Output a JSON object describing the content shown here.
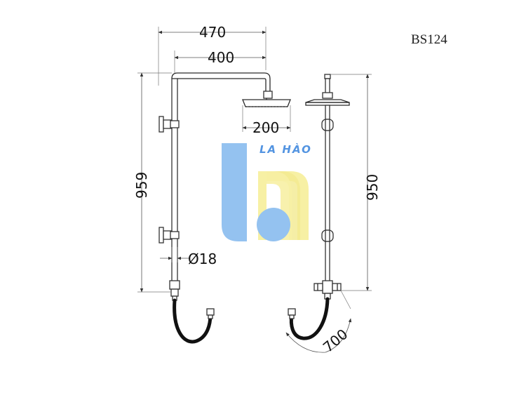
{
  "drawing": {
    "model_code": "BS124",
    "dimensions": {
      "overall_width": "470",
      "arm_length": "400",
      "head_diameter": "200",
      "front_height": "959",
      "side_height": "950",
      "pipe_diameter": "Ø18",
      "hose_length": "700"
    }
  },
  "watermark": {
    "brand": "LA HÀO",
    "colors": {
      "blue": "#8fbff0",
      "yellow": "#f7f0a0",
      "text": "#4a8fe0"
    }
  },
  "icons": {
    "arrow": "arrowhead-icon"
  }
}
